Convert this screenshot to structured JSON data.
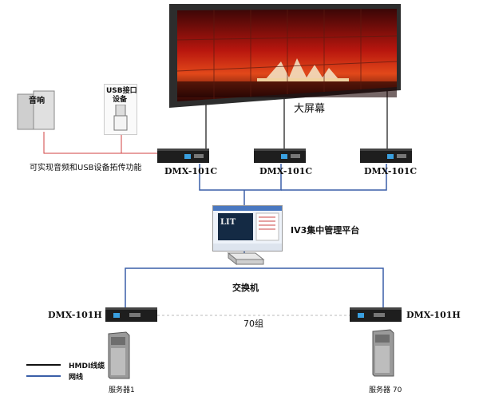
{
  "video_wall": {
    "label": "大屏幕",
    "panel_columns": 6,
    "panel_rows": 3
  },
  "receivers": [
    {
      "label": "DMX-101C"
    },
    {
      "label": "DMX-101C"
    },
    {
      "label": "DMX-101C"
    }
  ],
  "peripherals": {
    "speaker_label": "音响",
    "usb_label_line1": "USB接口",
    "usb_label_line2": "设备",
    "caption": "可实现音频和USB设备拓传功能"
  },
  "platform": {
    "label": "IV3集中管理平台",
    "screen_text": "LIT"
  },
  "switch": {
    "label": "交换机"
  },
  "transmitters": [
    {
      "label": "DMX-101H",
      "server_label": "服务器1"
    },
    {
      "label": "DMX-101H",
      "server_label": "服务器 70"
    }
  ],
  "group_label": "70组",
  "legend": {
    "hdmi_label": "HMDI线缆",
    "net_label": "网线",
    "hdmi_color": "#111111",
    "net_color": "#3a5fa8"
  },
  "colors": {
    "audio_usb_line": "#d04040",
    "dashed_line": "#bbbbbb"
  }
}
